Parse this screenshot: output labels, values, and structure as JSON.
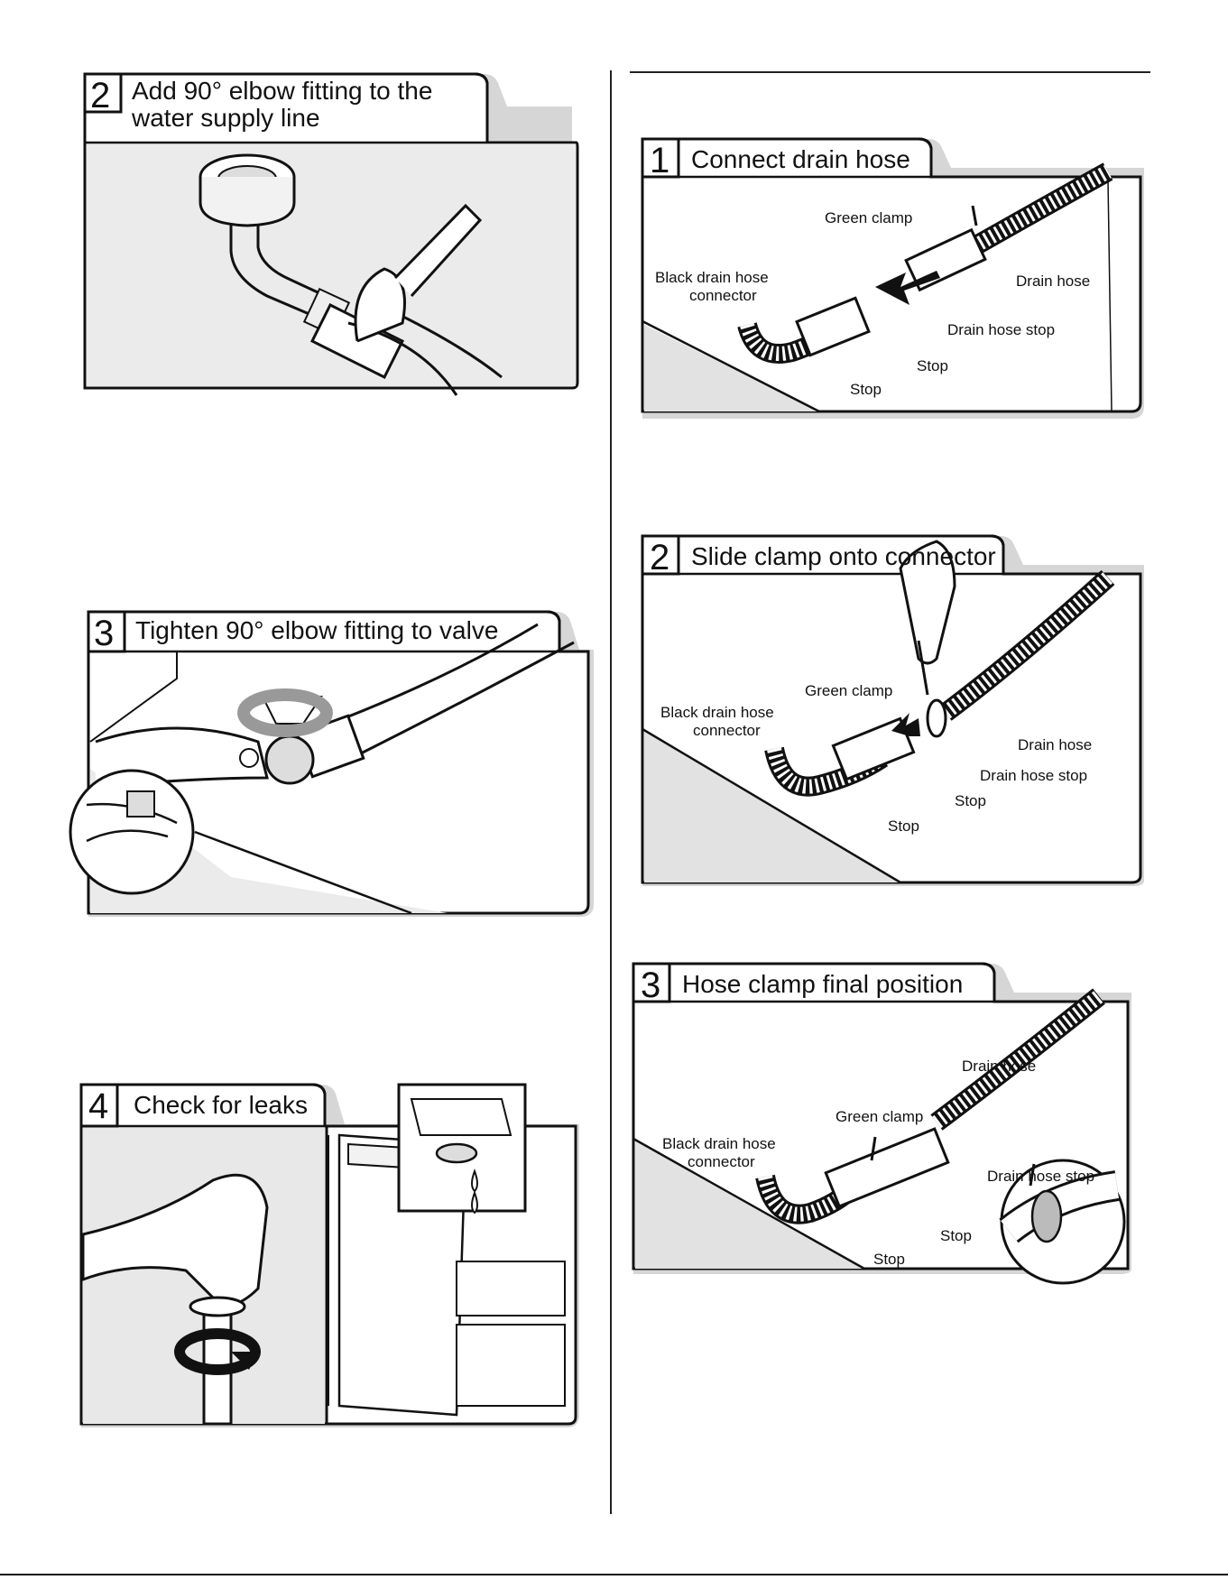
{
  "left": {
    "step2": {
      "number": "2",
      "title_line1": "Add 90° elbow fitting to the",
      "title_line2": "water supply line"
    },
    "step3": {
      "number": "3",
      "title": "Tighten 90° elbow fitting to valve"
    },
    "step4": {
      "number": "4",
      "title": "Check for leaks"
    }
  },
  "right": {
    "step1": {
      "number": "1",
      "title": "Connect drain hose",
      "labels": {
        "green_clamp": "Green clamp",
        "black_connector_1": "Black drain hose",
        "black_connector_2": "connector",
        "drain_hose": "Drain hose",
        "drain_hose_stop": "Drain hose stop",
        "stop_a": "Stop",
        "stop_b": "Stop"
      }
    },
    "step2": {
      "number": "2",
      "title": "Slide clamp onto connector",
      "labels": {
        "green_clamp": "Green clamp",
        "black_connector_1": "Black drain hose",
        "black_connector_2": "connector",
        "drain_hose": "Drain hose",
        "drain_hose_stop": "Drain hose stop",
        "stop_a": "Stop",
        "stop_b": "Stop"
      }
    },
    "step3": {
      "number": "3",
      "title": "Hose clamp final position",
      "labels": {
        "drain_hose": "Drain hose",
        "green_clamp": "Green clamp",
        "black_connector_1": "Black drain hose",
        "black_connector_2": "connector",
        "drain_hose_stop": "Drain hose stop",
        "stop_a": "Stop",
        "stop_b": "Stop"
      }
    }
  }
}
